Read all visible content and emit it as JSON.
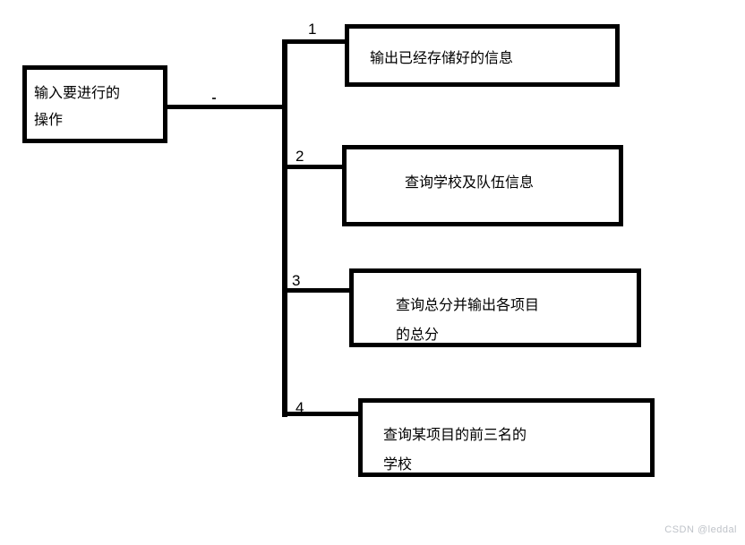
{
  "page": {
    "background_color": "#ffffff",
    "line_color": "#000000"
  },
  "diagram": {
    "root": {
      "lines": [
        "输入要进行的",
        "操作"
      ]
    },
    "branches": [
      {
        "number": "1",
        "lines": [
          "输出已经存储好的信息"
        ]
      },
      {
        "number": "2",
        "lines": [
          "查询学校及队伍信息"
        ]
      },
      {
        "number": "3",
        "lines": [
          "查询总分并输出各项目",
          "的总分"
        ]
      },
      {
        "number": "4",
        "lines": [
          "查询某项目的前三名的",
          "学校"
        ]
      }
    ]
  },
  "watermark": {
    "text": "CSDN @leddal",
    "color": "#bfc3c9"
  }
}
